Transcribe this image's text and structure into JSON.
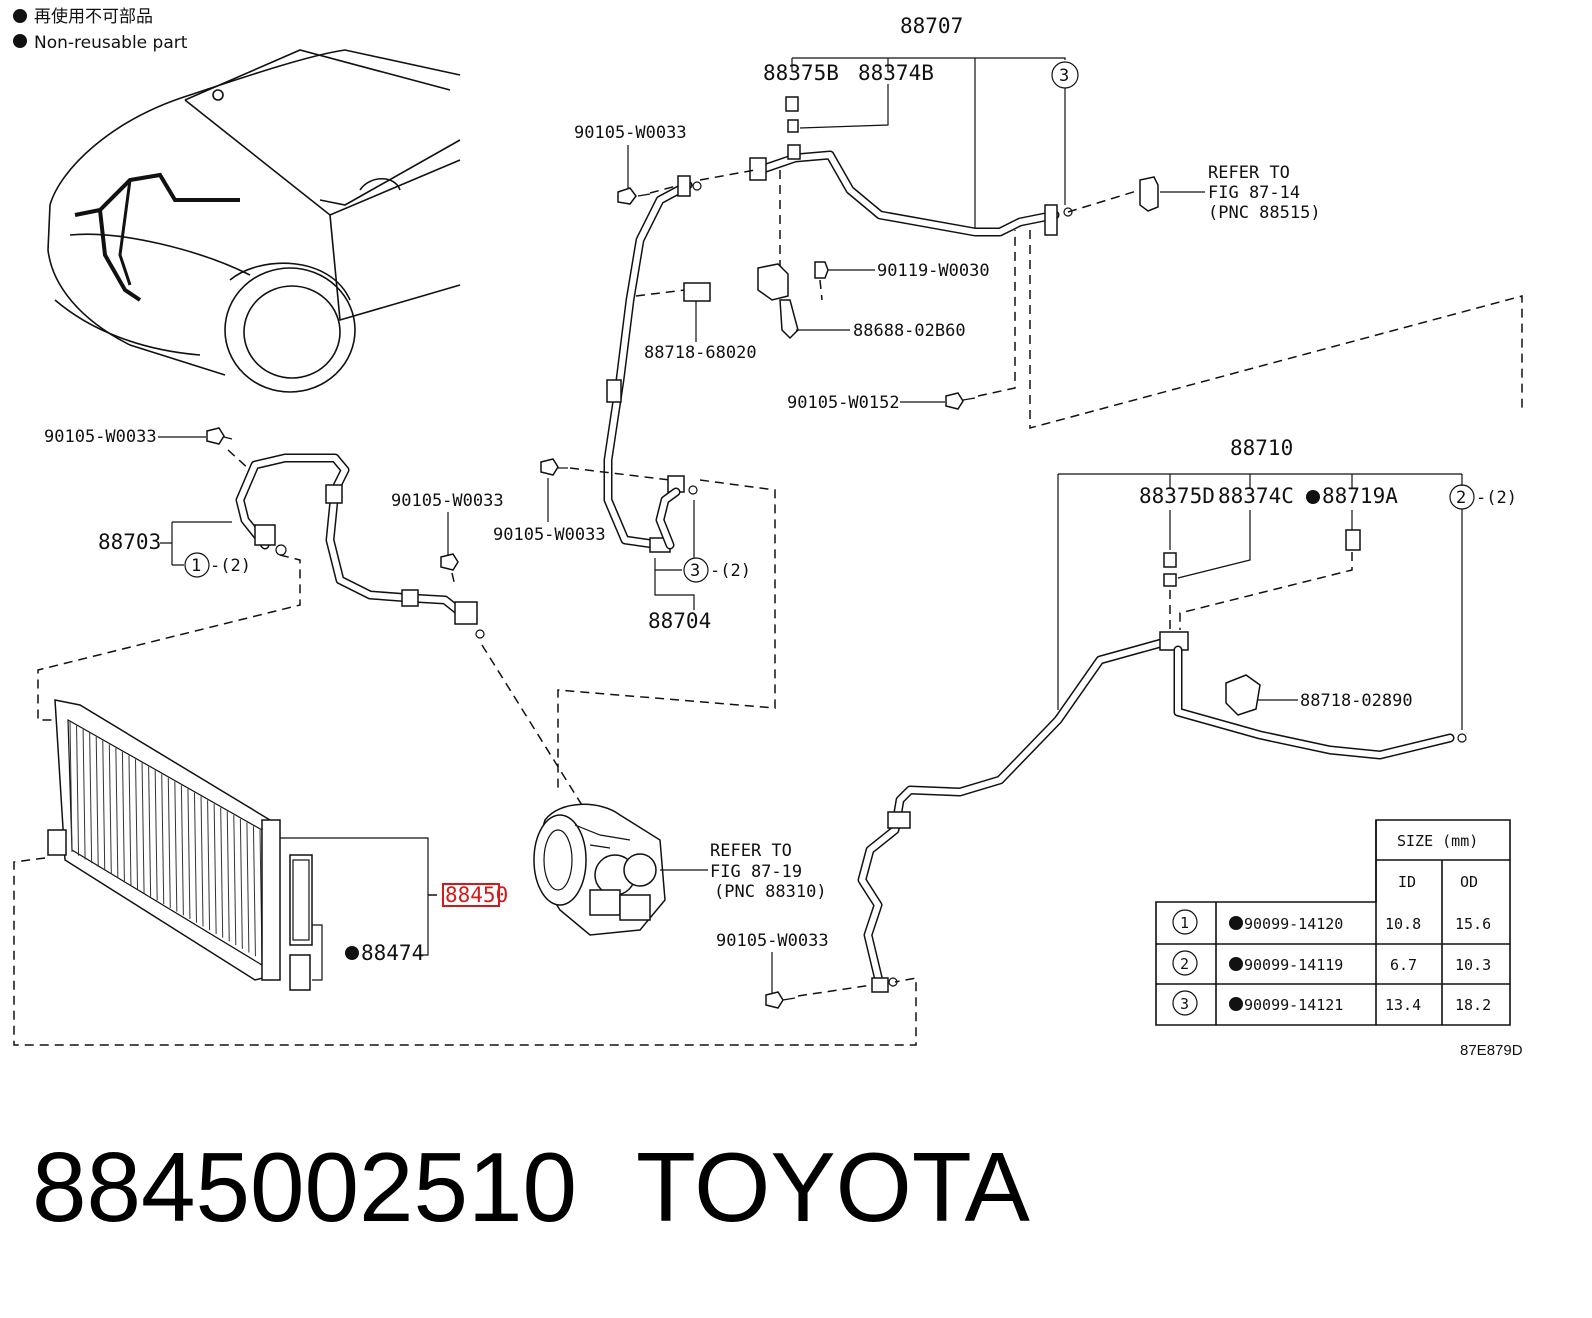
{
  "legend": {
    "line1": "再使用不可部品",
    "line2": "Non-reusable part"
  },
  "labels": {
    "p88707": "88707",
    "p88375B": "88375B",
    "p88374B": "88374B",
    "ring3_top": "3",
    "bolt_top_left": "90105-W0033",
    "refer_87_14_a": "REFER TO",
    "refer_87_14_b": "FIG 87-14",
    "refer_87_14_c": "(PNC 88515)",
    "p90119": "90119-W0030",
    "p88688": "88688-02B60",
    "p88718_68020": "88718-68020",
    "bolt_w0152": "90105-W0152",
    "p88710": "88710",
    "p88375D": "88375D",
    "p88374C": "88374C",
    "p88719A": "88719A",
    "ring2_right": "2",
    "ring2_right_qty": "-(2)",
    "bolt_left": "90105-W0033",
    "p88703": "88703",
    "ring1_left": "1",
    "ring1_left_qty": "-(2)",
    "bolt_mid": "90105-W0033",
    "bolt_center": "90105-W0033",
    "p88704": "88704",
    "ring3_mid": "3",
    "ring3_mid_qty": "-(2)",
    "p88718_02890": "88718-02890",
    "refer_87_19_a": "REFER TO",
    "refer_87_19_b": "FIG 87-19",
    "refer_87_19_c": "(PNC 88310)",
    "p88450": "88450",
    "p88474": "88474",
    "bolt_bottom": "90105-W0033",
    "figure_code": "87E879D"
  },
  "size_table": {
    "title": "SIZE (mm)",
    "col_id": "ID",
    "col_od": "OD",
    "rows": [
      {
        "ring": "1",
        "part": "90099-14120",
        "id": "10.8",
        "od": "15.6"
      },
      {
        "ring": "2",
        "part": "90099-14119",
        "id": "6.7",
        "od": "10.3"
      },
      {
        "ring": "3",
        "part": "90099-14121",
        "id": "13.4",
        "od": "18.2"
      }
    ]
  },
  "footer": {
    "part_number": "8845002510",
    "brand": "TOYOTA"
  },
  "colors": {
    "highlight": "#d11a1a",
    "ink": "#111111"
  }
}
